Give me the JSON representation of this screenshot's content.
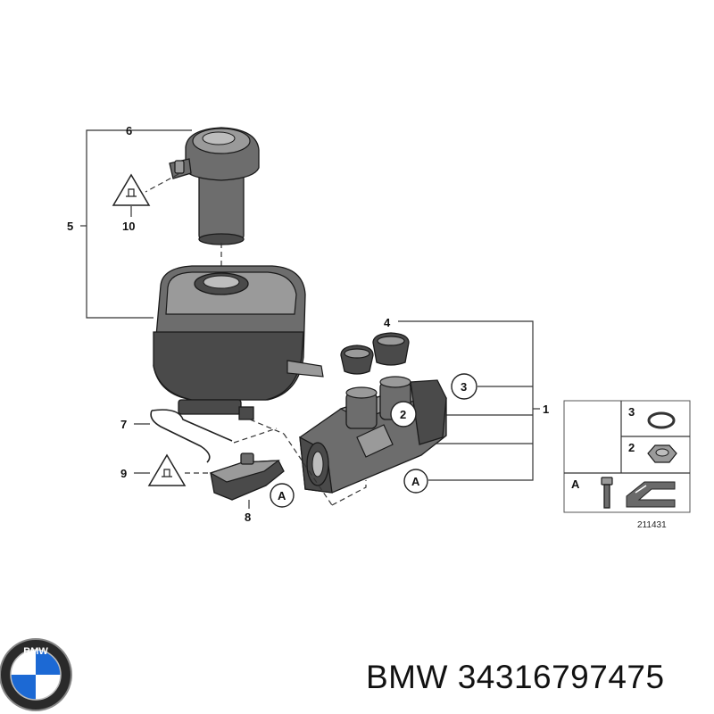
{
  "callouts": {
    "c1": "1",
    "c2": "2",
    "c3": "3",
    "c4": "4",
    "c5": "5",
    "c6": "6",
    "c7": "7",
    "c8": "8",
    "c9": "9",
    "c10": "10",
    "cA1": "A",
    "cA2": "A"
  },
  "legend": {
    "row3": "3",
    "row2": "2",
    "rowA": "A",
    "diagram_number": "211431"
  },
  "logo": {
    "ring_text": "BMW"
  },
  "footer": {
    "brand": "BMW",
    "part_number": "34316797475"
  },
  "colors": {
    "part_dark": "#4a4a4a",
    "part_mid": "#6d6d6d",
    "bmw_blue": "#1c69d4"
  }
}
